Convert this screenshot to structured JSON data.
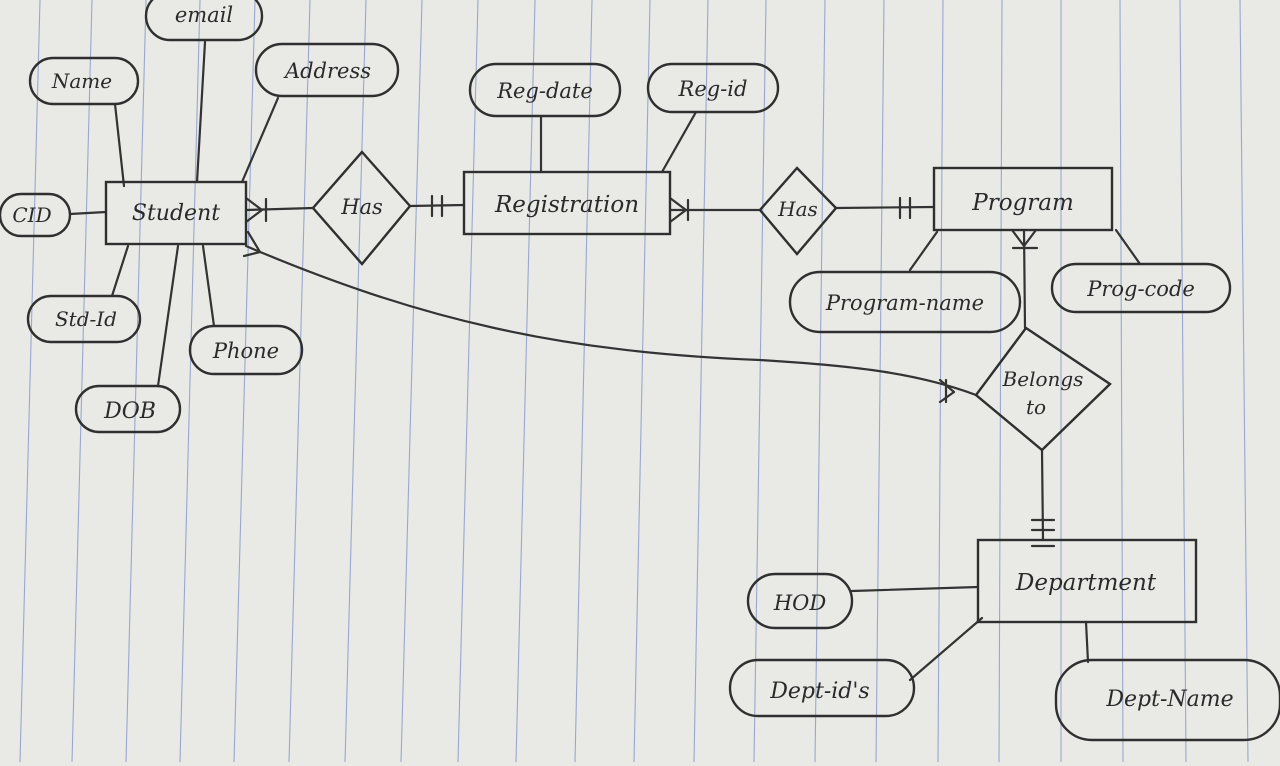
{
  "paper": {
    "background": "#e9e9e6",
    "ruling_color": "#9aa7cf",
    "ink_color": "#2f2f2f"
  },
  "entities": {
    "student": "Student",
    "registration": "Registration",
    "program": "Program",
    "department": "Department"
  },
  "relationships": {
    "has_1": "Has",
    "has_2": "Has",
    "belongs_to_line1": "Belongs",
    "belongs_to_line2": "to"
  },
  "attributes": {
    "email": "email",
    "name": "Name",
    "address": "Address",
    "cid": "CID",
    "std_id": "Std-Id",
    "phone": "Phone",
    "dob": "DOB",
    "reg_date": "Reg-date",
    "reg_id": "Reg-id",
    "program_name": "Program-name",
    "prog_code": "Prog-code",
    "hod": "HOD",
    "dept_ids": "Dept-id's",
    "dept_name": "Dept-Name"
  }
}
